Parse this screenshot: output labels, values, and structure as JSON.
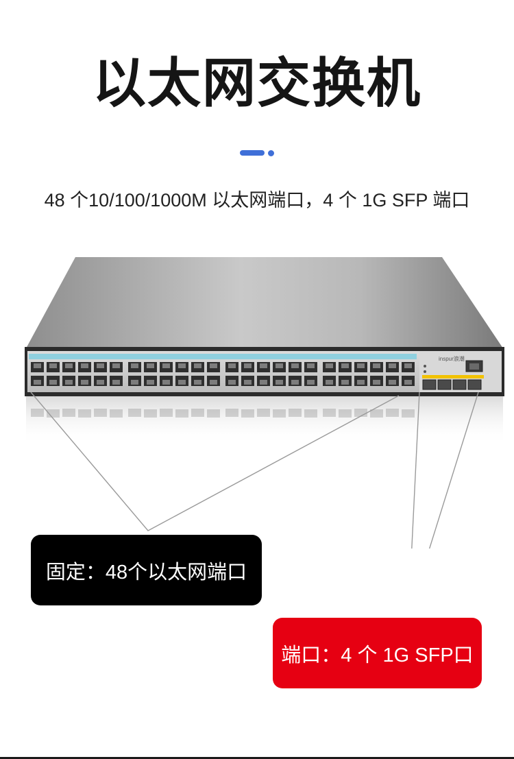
{
  "heading": "以太网交换机",
  "subtitle": "48 个10/100/1000M 以太网端口，4 个 1G SFP 端口",
  "callouts": {
    "fixed": "固定：48个以太网端口",
    "sfp": "端口：4 个 1G SFP口"
  },
  "device": {
    "brand": "inspur浪潮"
  },
  "colors": {
    "accent": "#3f6fd8",
    "fixed_box": "#000000",
    "sfp_box": "#e60012",
    "port_label_strip": "#8fd0df",
    "sfp_label_strip": "#f2c200",
    "connector_line": "#9a9a9a"
  },
  "icons": {
    "accent": "dash-dot-divider",
    "device": "network-switch-illustration"
  }
}
